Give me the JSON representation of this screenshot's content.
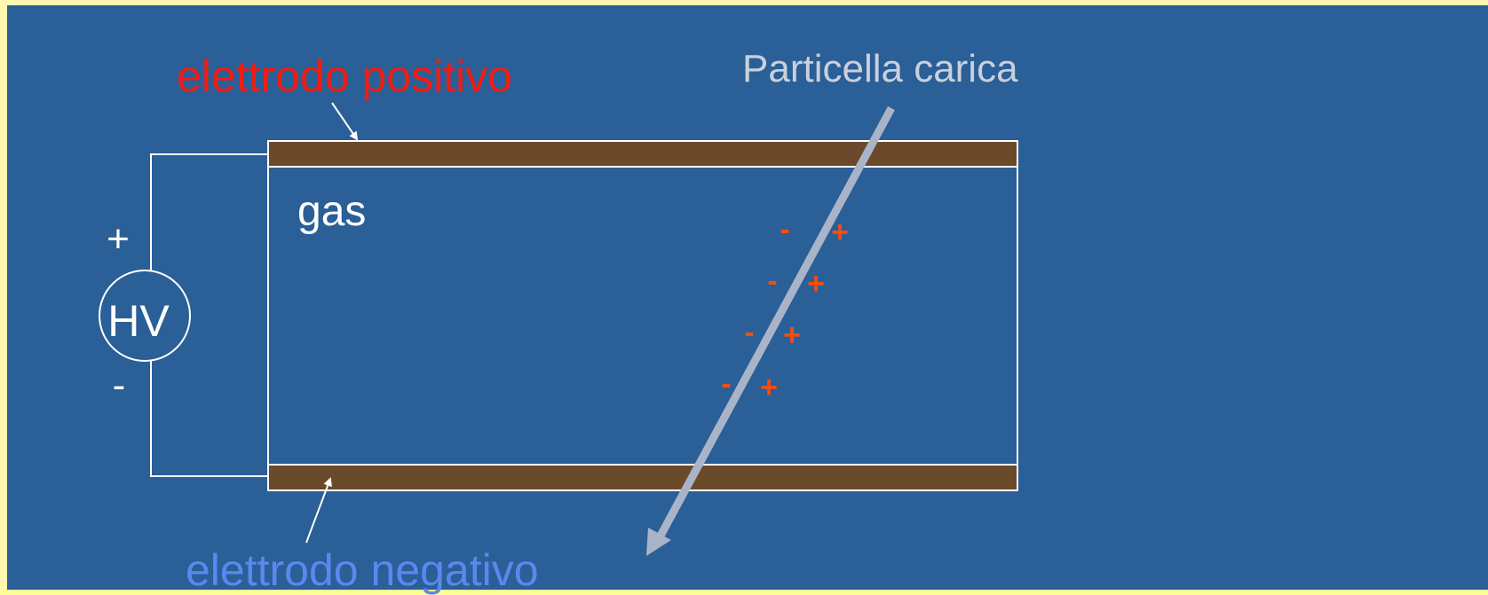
{
  "labels": {
    "positive_electrode": "elettrodo positivo",
    "negative_electrode": "elettrodo negativo",
    "charged_particle": "Particella carica",
    "gas": "gas",
    "hv": "HV",
    "hv_plus": "+",
    "hv_minus": "-"
  },
  "ion_pairs": [
    {
      "minus": "-",
      "plus": "+"
    },
    {
      "minus": "-",
      "plus": "+"
    },
    {
      "minus": "-",
      "plus": "+"
    },
    {
      "minus": "-",
      "plus": "+"
    }
  ],
  "colors": {
    "background": "#2a5f97",
    "slide_border": "#fff6b0",
    "electrode": "#6b4a2b",
    "wire": "#ffffff",
    "positive_label": "#f01c14",
    "negative_label": "#5b88ee",
    "particle_track": "#a9b4c8",
    "ion_charge": "#f24e12"
  },
  "icons": {
    "hv_source": "circle-hv-source-icon",
    "particle_track": "arrow-icon"
  }
}
